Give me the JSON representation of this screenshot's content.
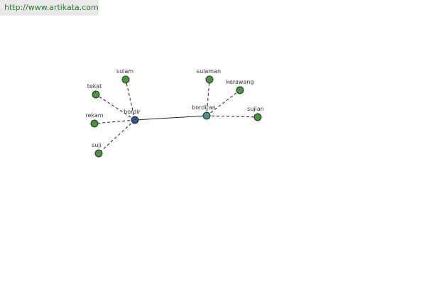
{
  "site_url": "http://www.artikata.com",
  "graph": {
    "colors": {
      "leaf_node": "#4e8f43",
      "root_node": "#3d4b91",
      "hub_node": "#4f8f8a",
      "edge": "#222222"
    },
    "nodes": {
      "bordir": "bordir",
      "bordiran": "bordiran",
      "sulam": "sulam",
      "tekat": "tekat",
      "rekam": "rekam",
      "suji": "suji",
      "sulaman": "sulaman",
      "kerawang": "kerawang",
      "sujian": "sujian"
    }
  }
}
